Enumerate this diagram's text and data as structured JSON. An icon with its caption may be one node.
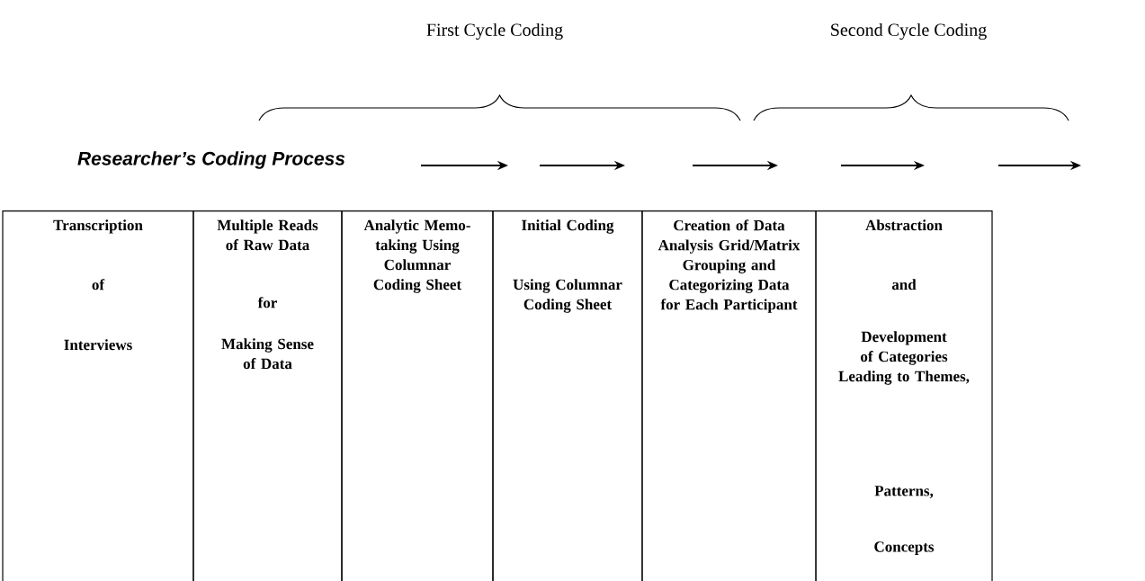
{
  "diagram": {
    "nodes": [
      {
        "text": [
          "Transcription",
          "of",
          "Interviews"
        ]
      },
      {
        "text": [
          "Multiple Reads of Raw Data",
          "for",
          "Making Sense of Data"
        ]
      },
      {
        "text": [
          "Analytic Memo-taking Using Columnar Coding Sheet"
        ]
      },
      {
        "text": [
          "Initial Coding",
          "Using Columnar Coding Sheet"
        ]
      },
      {
        "text": [
          "Creation of Data Analysis Grid/Matrix Grouping and Categorizing Data for Each Participant"
        ]
      },
      {
        "text": [
          "Abstraction",
          "and",
          "Development of Categories Leading to Themes,",
          "Patterns,",
          "Concepts"
        ]
      }
    ],
    "labels": [
      "First Cycle Coding",
      "Second Cycle Coding",
      "Researcher’s Coding Process"
    ]
  }
}
